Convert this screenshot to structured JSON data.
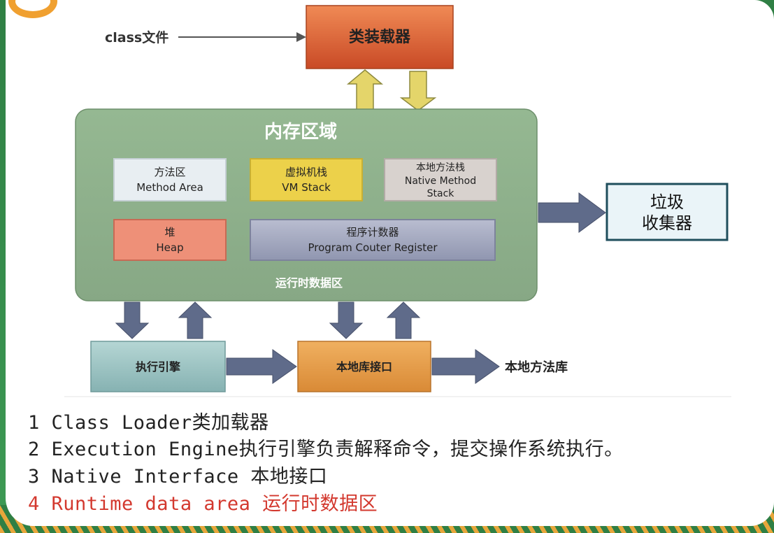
{
  "diagram": {
    "class_file_label": "class文件",
    "class_loader_label": "类装载器",
    "memory_area_title": "内存区域",
    "method_area": {
      "line1": "方法区",
      "line2": "Method Area"
    },
    "vm_stack": {
      "line1": "虚拟机栈",
      "line2": "VM Stack"
    },
    "native_method_stack": {
      "line1": "本地方法栈",
      "line2": "Native Method",
      "line3": "Stack"
    },
    "heap": {
      "line1": "堆",
      "line2": "Heap"
    },
    "program_counter": {
      "line1": "程序计数器",
      "line2": "Program Couter Register"
    },
    "runtime_data_label": "运行时数据区",
    "gc_label": {
      "line1": "垃圾",
      "line2": "收集器"
    },
    "execution_engine_label": "执行引擎",
    "native_interface_label": "本地库接口",
    "native_library_label": "本地方法库"
  },
  "captions": [
    "1 Class Loader类加载器",
    "2 Execution Engine执行引擎负责解释命令，提交操作系统执行。",
    "3 Native Interface 本地接口",
    "4 Runtime data area 运行时数据区"
  ],
  "colors": {
    "memory_area": "#8db08a",
    "class_loader": "#e0663a",
    "method_area": "#e8eef2",
    "vm_stack": "#ecd14a",
    "native_stack": "#d8d2ce",
    "heap": "#ee9078",
    "program_counter": "#a9aec4",
    "gc": "#eaf4f8",
    "execution_engine": "#9fc4c4",
    "native_interface": "#e59b46",
    "arrow_blue": "#5f6b8a",
    "arrow_yellow": "#e4d56a",
    "caption_highlight": "#d3382e"
  }
}
